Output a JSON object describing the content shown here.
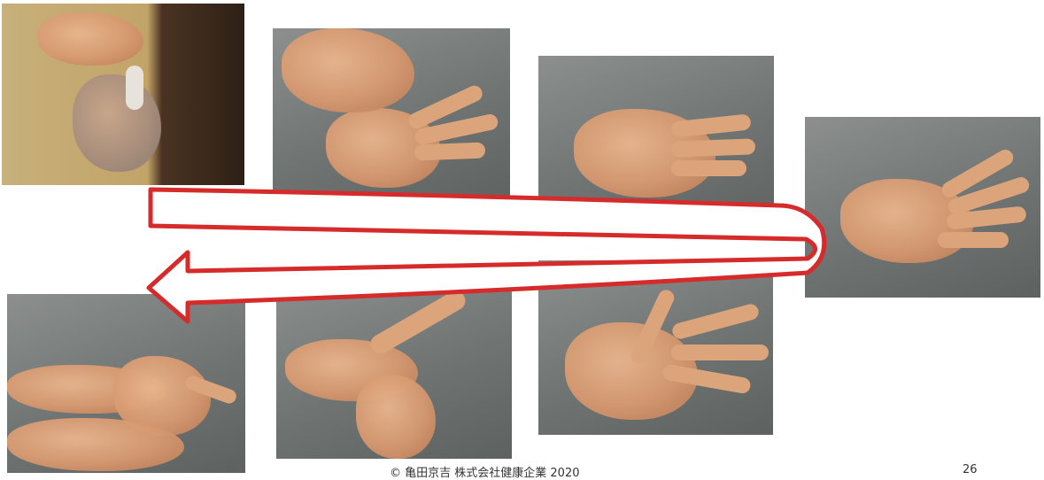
{
  "slide": {
    "photos": [
      {
        "id": "photo-1",
        "label": "dispense-sanitizer-photo"
      },
      {
        "id": "photo-2",
        "label": "rub-fingertips-photo"
      },
      {
        "id": "photo-3",
        "label": "rub-palms-photo"
      },
      {
        "id": "photo-4",
        "label": "rub-back-of-hand-photo"
      },
      {
        "id": "photo-5",
        "label": "interlace-fingers-photo"
      },
      {
        "id": "photo-6",
        "label": "rub-thumb-photo"
      },
      {
        "id": "photo-7",
        "label": "rub-wrist-photo"
      }
    ],
    "arrow_color": "#d62b2b",
    "copyright": "© 亀田京吉 株式会社健康企業 2020",
    "page_number": "26"
  }
}
